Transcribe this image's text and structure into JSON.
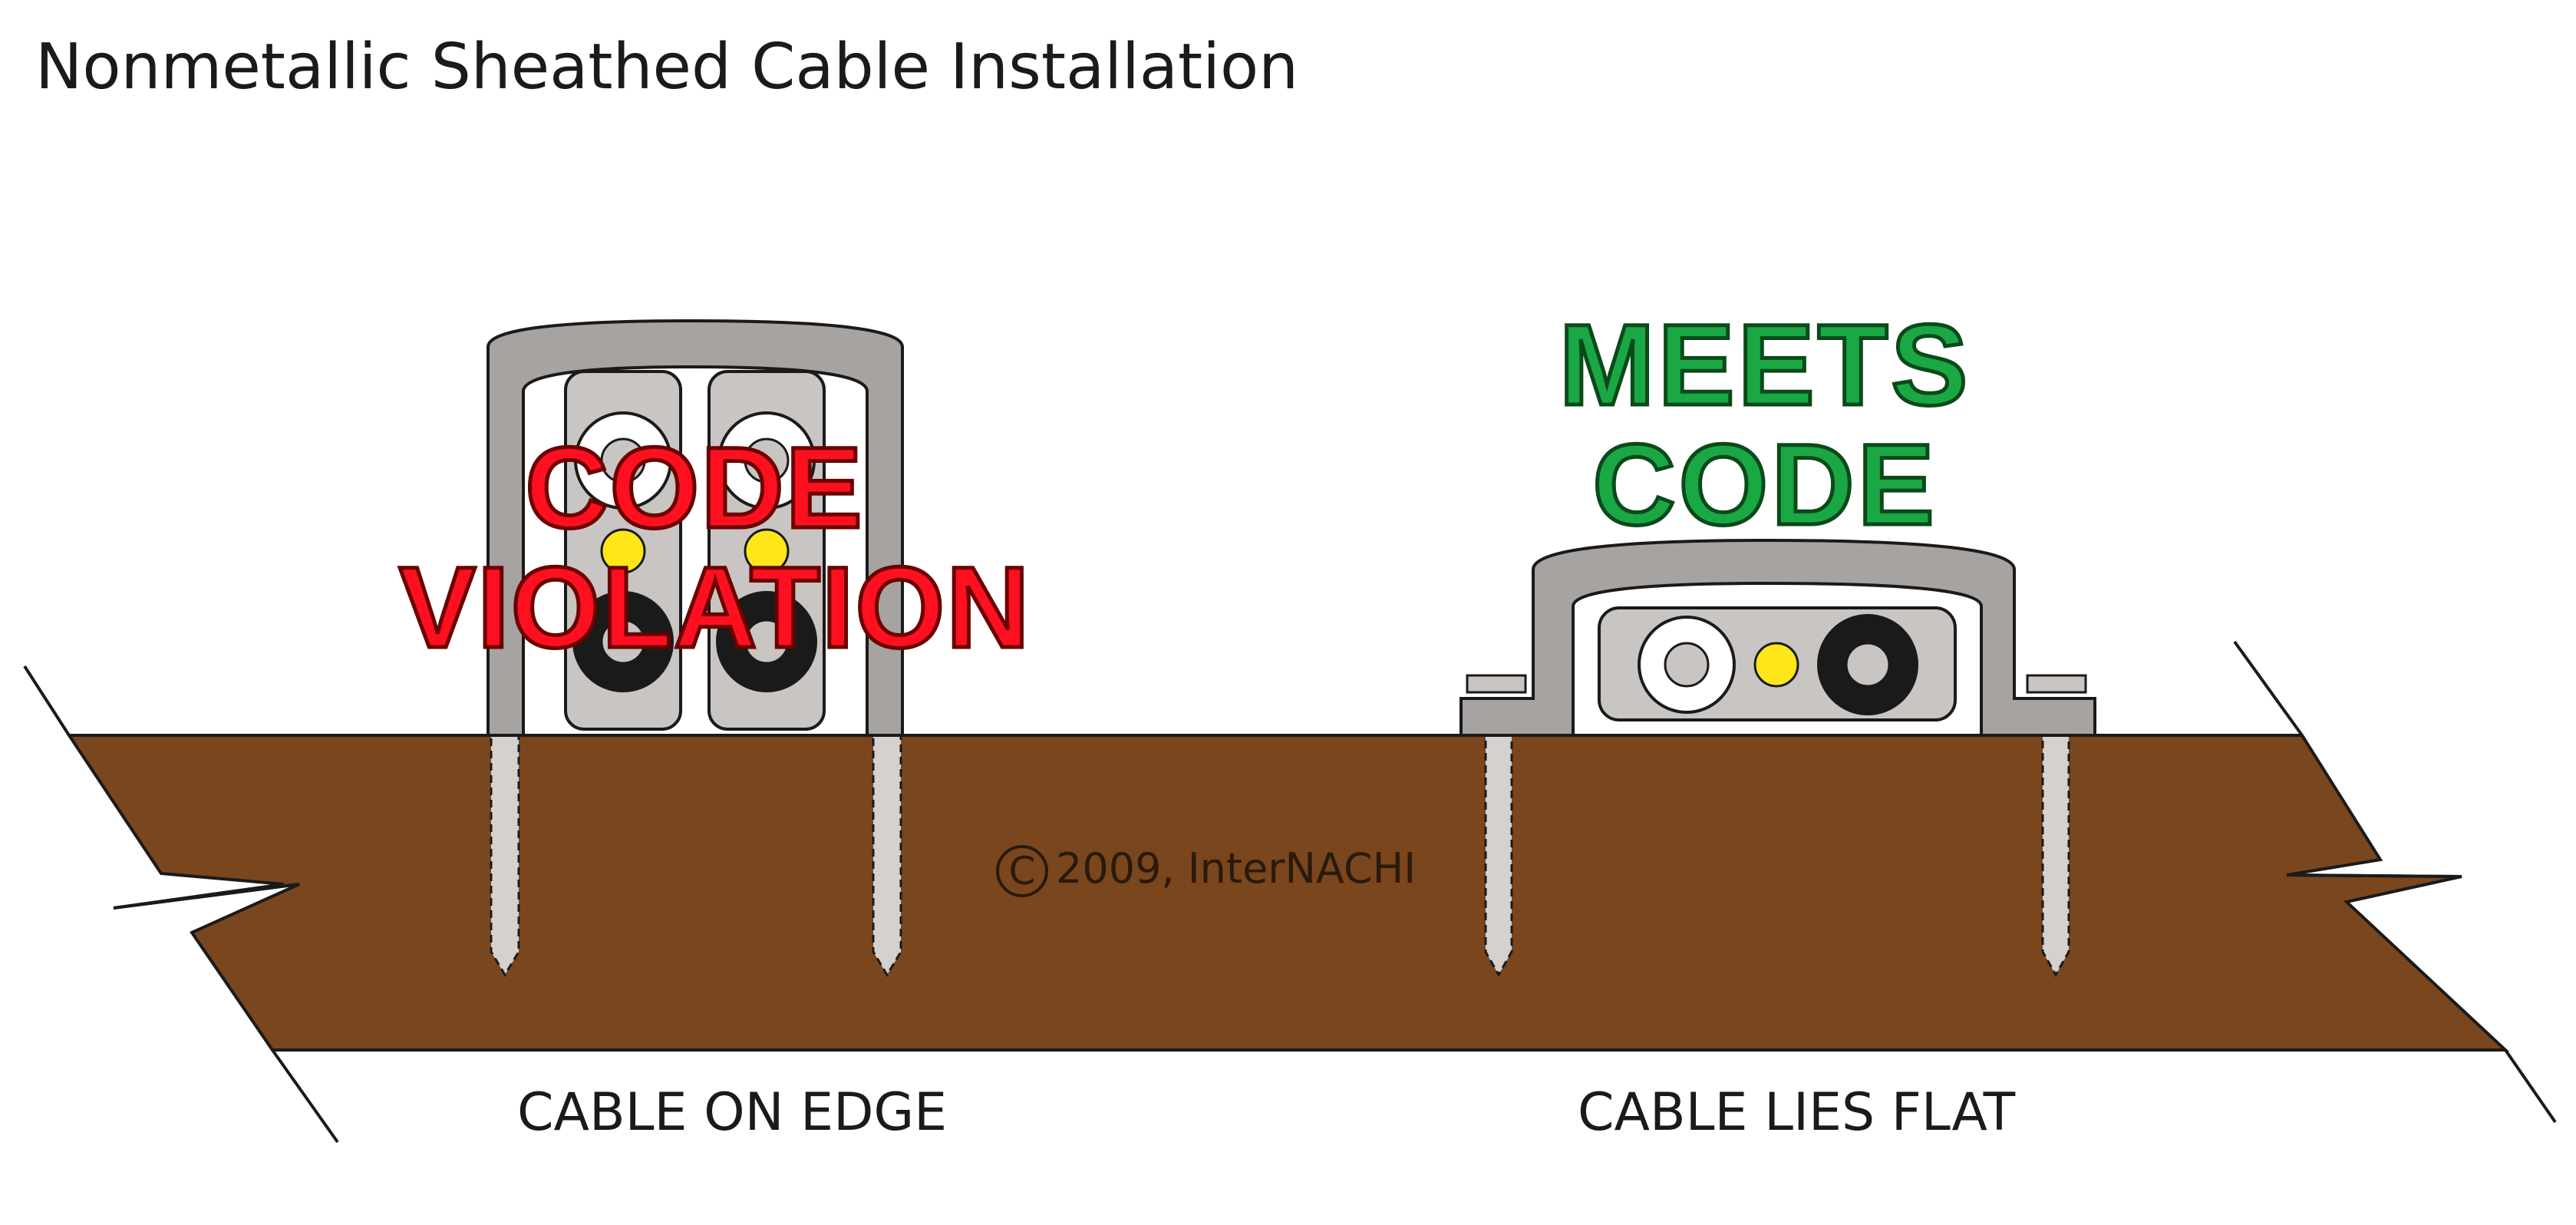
{
  "title": "Nonmetallic Sheathed Cable Installation",
  "labels": {
    "left_status_line1": "CODE",
    "left_status_line2": "VIOLATION",
    "right_status_line1": "MEETS",
    "right_status_line2": "CODE",
    "left_caption": "CABLE ON EDGE",
    "right_caption": "CABLE LIES FLAT",
    "copyright_symbol": "C",
    "copyright_text": "2009, InterNACHI"
  },
  "colors": {
    "wood": "#7a461e",
    "staple": "#a6a3a0",
    "staple_inner": "#ffffff",
    "cable_jacket": "#c8c5c2",
    "wire_white": "#ffffff",
    "wire_black": "#1a1a1a",
    "wire_ground": "#ffe61a",
    "violation": "#ff1020",
    "meets": "#1aa845"
  }
}
